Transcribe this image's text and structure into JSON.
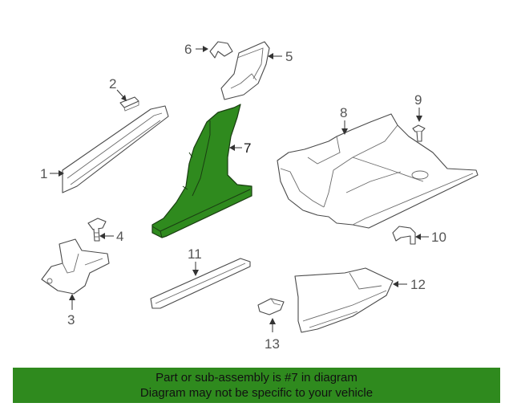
{
  "diagram": {
    "callouts": {
      "c1": "1",
      "c2": "2",
      "c3": "3",
      "c4": "4",
      "c5": "5",
      "c6": "6",
      "c7": "7",
      "c8": "8",
      "c9": "9",
      "c10": "10",
      "c11": "11",
      "c12": "12",
      "c13": "13"
    },
    "highlighted_part": "7",
    "colors": {
      "highlight": "#2f8a1e",
      "banner": "#2f8a1e"
    }
  },
  "banner": {
    "line1": "Part or sub-assembly is #7 in diagram",
    "line2": "Diagram may not be specific to your vehicle"
  }
}
